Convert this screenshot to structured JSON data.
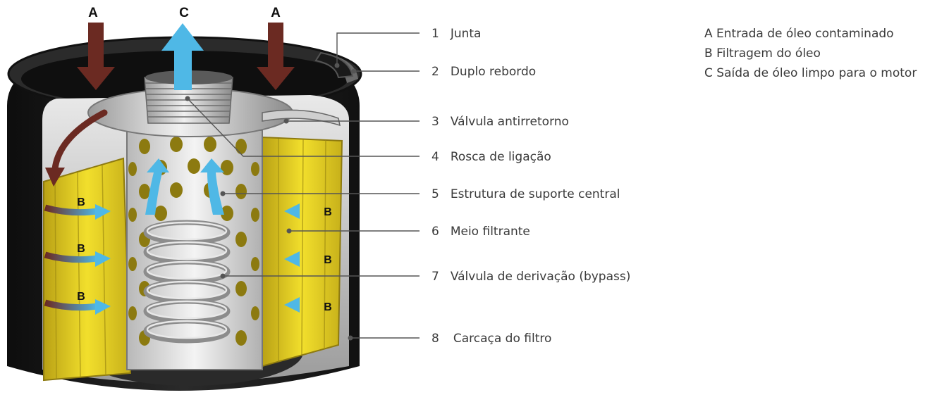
{
  "parts": [
    {
      "number": "1",
      "label": "Junta"
    },
    {
      "number": "2",
      "label": "Duplo rebordo"
    },
    {
      "number": "3",
      "label": "Válvula antirretorno"
    },
    {
      "number": "4",
      "label": "Rosca de ligação"
    },
    {
      "number": "5",
      "label": "Estrutura de suporte central"
    },
    {
      "number": "6",
      "label": "Meio filtrante"
    },
    {
      "number": "7",
      "label": "Válvula de derivação (bypass)"
    },
    {
      "number": "8",
      "label": "Carcaça do filtro"
    }
  ],
  "legend": [
    "A Entrada de óleo contaminado",
    "B Filtragem do óleo",
    "C Saída de óleo limpo para o motor"
  ],
  "flow_letters": {
    "inlet": "A",
    "filtration": "B",
    "outlet": "C"
  },
  "colors": {
    "inlet_arrow": "#6b2a22",
    "outlet_arrow": "#4fb8e6",
    "filter_media": "#e6d21e",
    "housing": "#1c1c1c",
    "leader_line": "#555555",
    "text": "#3a3a3a"
  },
  "icons": [
    "inlet-arrow-icon",
    "outlet-arrow-icon",
    "filtration-arrow-icon",
    "spring-icon"
  ]
}
